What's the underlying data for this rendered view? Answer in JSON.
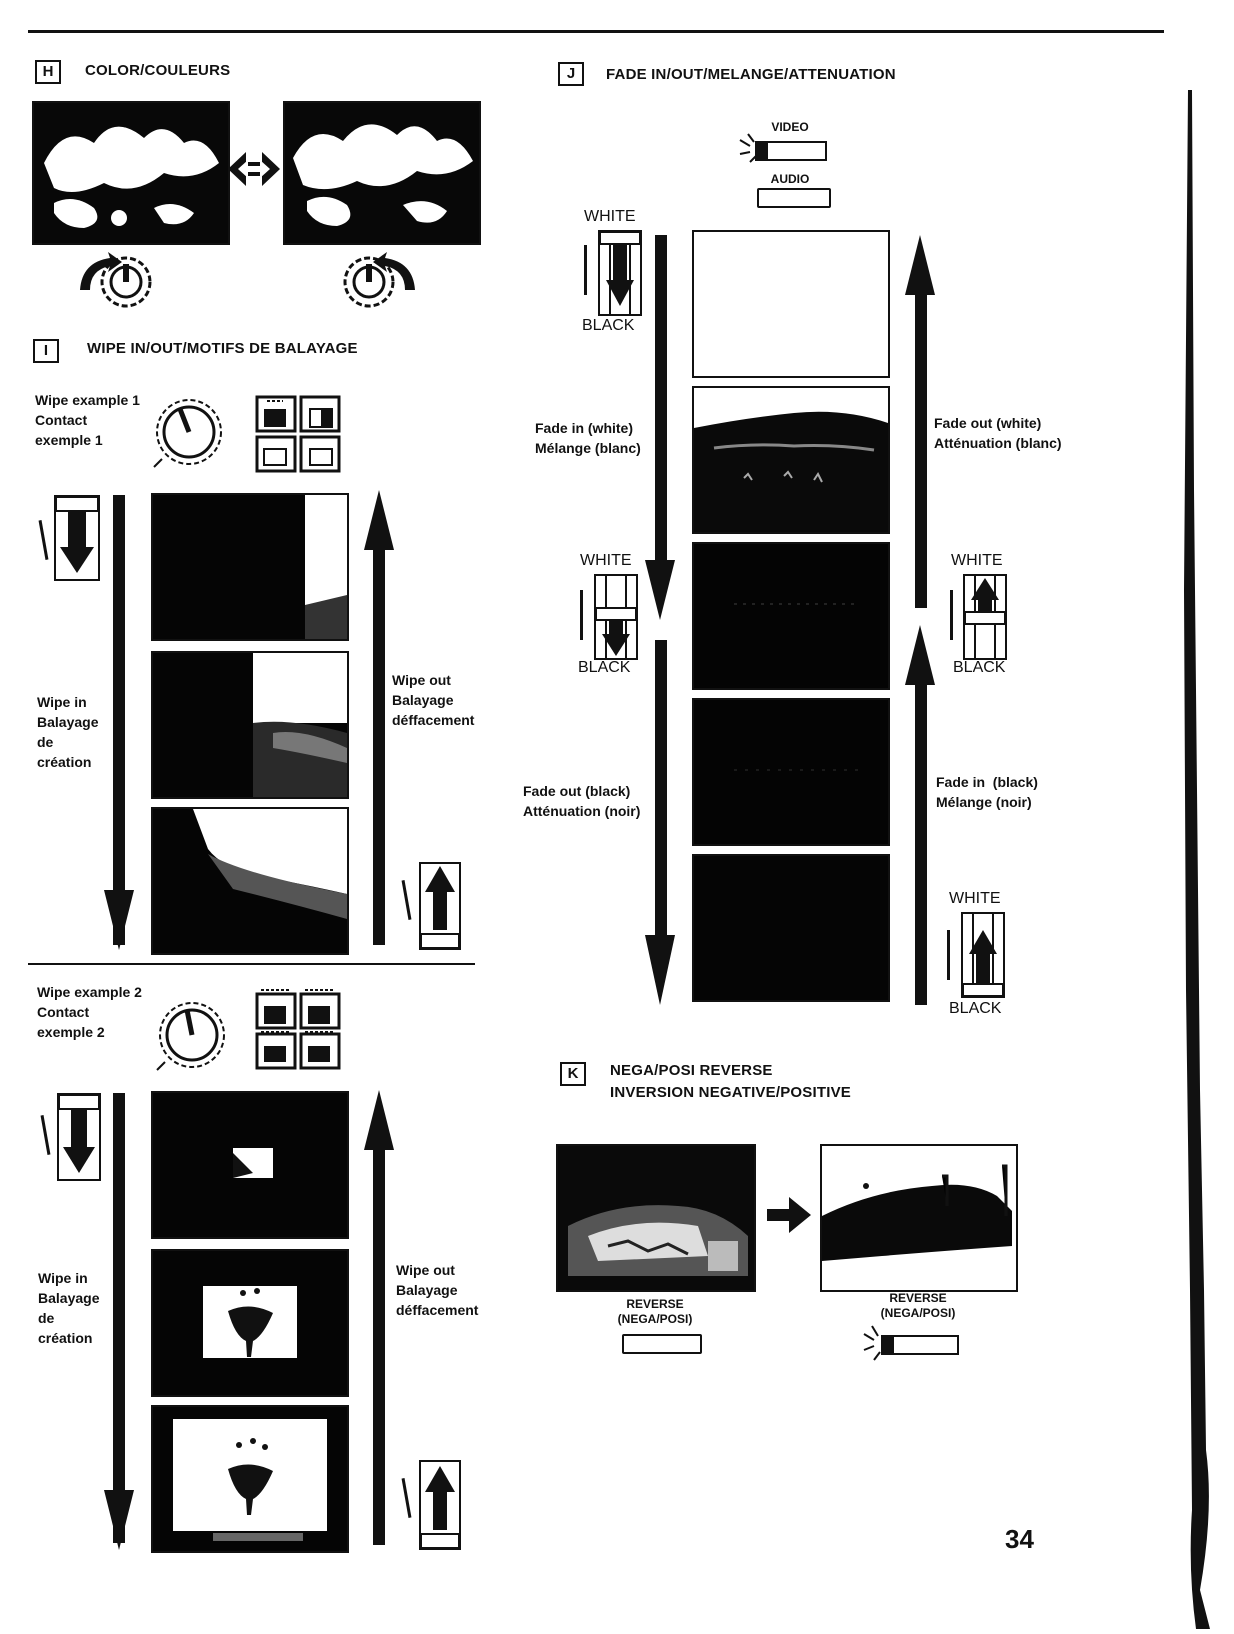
{
  "page_number": "34",
  "section_h": {
    "letter": "H",
    "title": "COLOR/COULEURS"
  },
  "section_i": {
    "letter": "I",
    "title": "WIPE IN/OUT/MOTIFS DE BALAYAGE",
    "example1": "Wipe example 1\nContact\nexemple 1",
    "example2": "Wipe example 2\nContact\nexemple 2",
    "wipe_in": "Wipe in\nBalayage\nde\ncréation",
    "wipe_out": "Wipe out\nBalayage\ndéffacement"
  },
  "section_j": {
    "letter": "J",
    "title": "FADE IN/OUT/MELANGE/ATTENUATION",
    "video": "VIDEO",
    "audio": "AUDIO",
    "white": "WHITE",
    "black": "BLACK",
    "fade_in_white": "Fade in (white)\nMélange (blanc)",
    "fade_out_white": "Fade out (white)\nAtténuation (blanc)",
    "fade_out_black": "Fade out (black)\nAtténuation (noir)",
    "fade_in_black": "Fade in  (black)\nMélange (noir)"
  },
  "section_k": {
    "letter": "K",
    "title_line1": "NEGA/POSI REVERSE",
    "title_line2": "INVERSION NEGATIVE/POSITIVE",
    "reverse_label": "REVERSE\n(NEGA/POSI)"
  }
}
